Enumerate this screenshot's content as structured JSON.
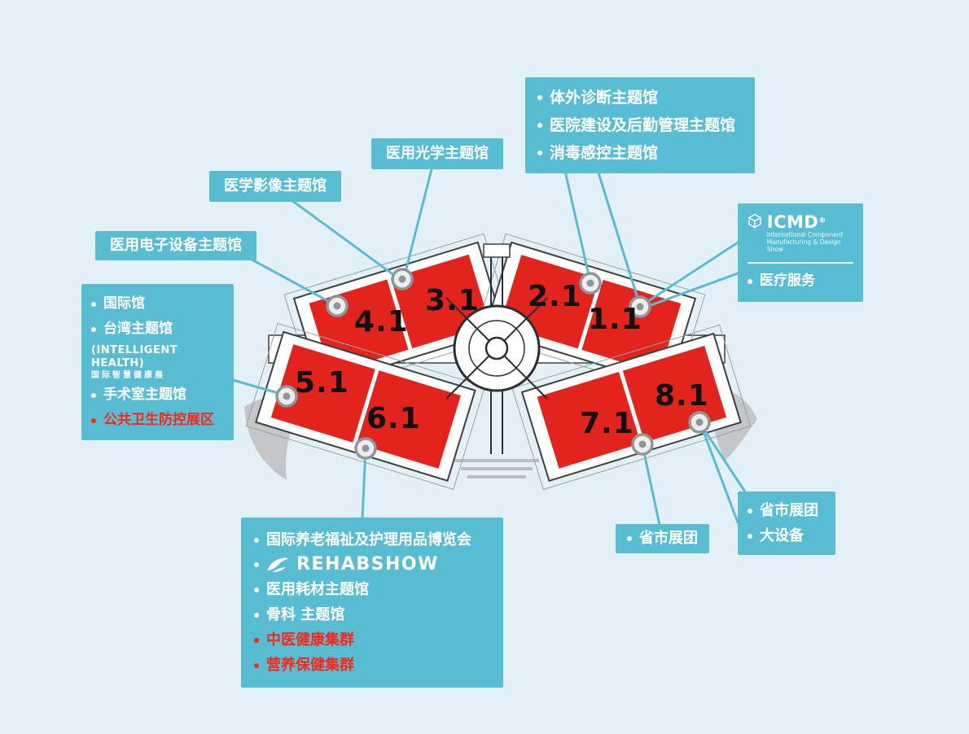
{
  "colors": {
    "background": "#e3f1f6",
    "callout_box": "#58bdd2",
    "hall_red": "#e2241d",
    "red_text": "#f5281c"
  },
  "halls": [
    {
      "label": "1.1"
    },
    {
      "label": "2.1"
    },
    {
      "label": "3.1"
    },
    {
      "label": "4.1"
    },
    {
      "label": "5.1"
    },
    {
      "label": "6.1"
    },
    {
      "label": "7.1"
    },
    {
      "label": "8.1"
    }
  ],
  "callouts": {
    "top_right": {
      "item1": "体外诊断主题馆",
      "item2": "医院建设及后勤管理主题馆",
      "item3": "消毒感控主题馆"
    },
    "optics": {
      "label": "医用光学主题馆"
    },
    "imaging": {
      "label": "医学影像主题馆"
    },
    "electronics": {
      "label": "医用电子设备主题馆"
    },
    "left": {
      "item1": "国际馆",
      "item2": "台湾主题馆",
      "logo_title": "(INTELLIGENT HEALTH)",
      "logo_subtitle": "国际智慧健康展",
      "item3": "手术室主题馆",
      "item4": "公共卫生防控展区"
    },
    "icmd": {
      "logo": "ICMD",
      "registered": "®",
      "subtitle_line1": "International Component",
      "subtitle_line2": "Manufacturing & Design Show",
      "item1": "医疗服务"
    },
    "bottom": {
      "item1": "国际养老福祉及护理用品博览会",
      "logo": "REHABSHOW",
      "item2": "医用耗材主题馆",
      "item3": "骨科 主题馆",
      "item4": "中医健康集群",
      "item5": "营养保健集群"
    },
    "province_small": {
      "item1": "省市展团"
    },
    "right_bottom": {
      "item1": "省市展团",
      "item2": "大设备"
    }
  }
}
